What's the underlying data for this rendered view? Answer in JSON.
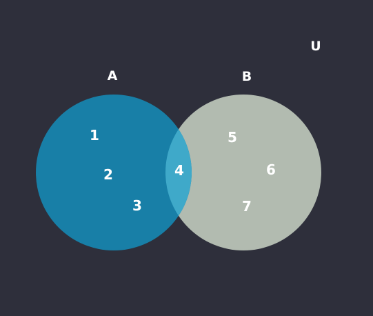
{
  "universe": {
    "label": "U"
  },
  "sets": [
    {
      "label": "A",
      "color": "#187fa7"
    },
    {
      "label": "B",
      "color": "#b2bbb0"
    }
  ],
  "intersection": {
    "color": "#3fa9c9"
  },
  "background": "#2e2f3b",
  "elements": {
    "a_only": [
      "1",
      "2",
      "3"
    ],
    "a_and_b": [
      "4"
    ],
    "b_only": [
      "5",
      "6",
      "7"
    ]
  }
}
